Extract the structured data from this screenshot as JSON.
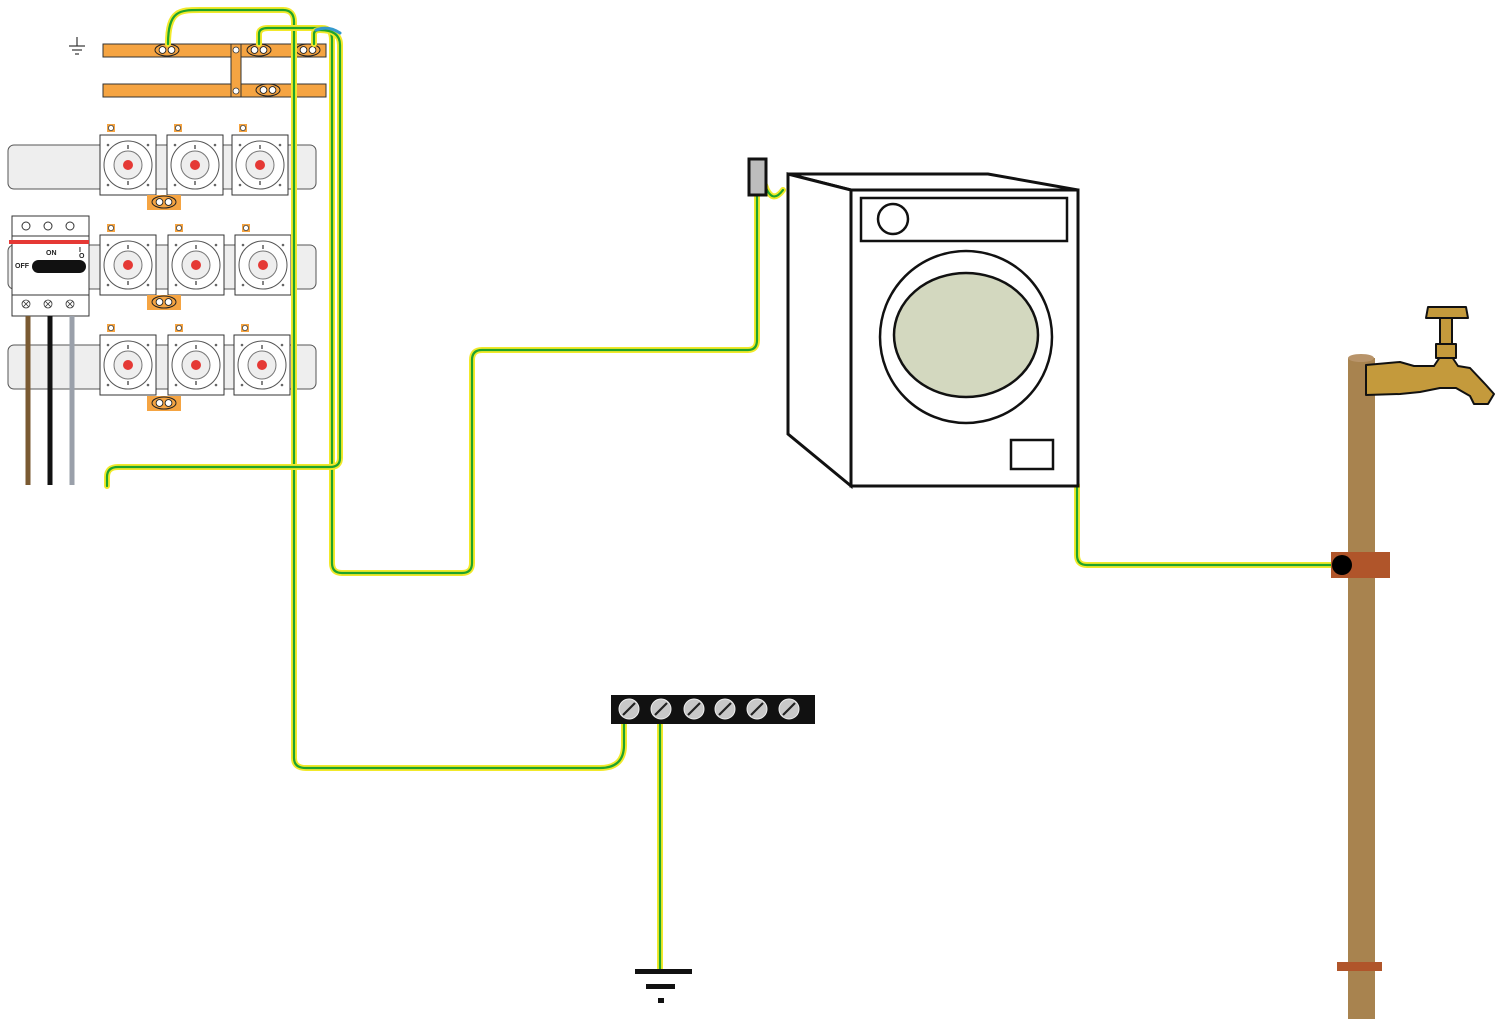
{
  "breaker": {
    "on_label": "ON",
    "off_label": "OFF",
    "pos_i": "I",
    "pos_o": "O"
  },
  "colors": {
    "busbar": "#f5a442",
    "earth_green": "#1fa32b",
    "earth_yellow": "#f2e92a",
    "pipe": "#a8834f",
    "pipe_clamp": "#b0552a",
    "tap": "#c49a3c",
    "door_glass": "#d3d8bf",
    "fuse_dot": "#e53935",
    "brown_wire": "#7a5a32",
    "black_wire": "#111111",
    "grey_wire": "#9aa0aa",
    "neutral_link": "#3399cc"
  },
  "icons": {
    "earth_symbol_board": "earth-ground-icon",
    "earth_rod": "earth-ground-icon",
    "washing_machine": "washing-machine-icon",
    "tap": "water-tap-icon"
  }
}
